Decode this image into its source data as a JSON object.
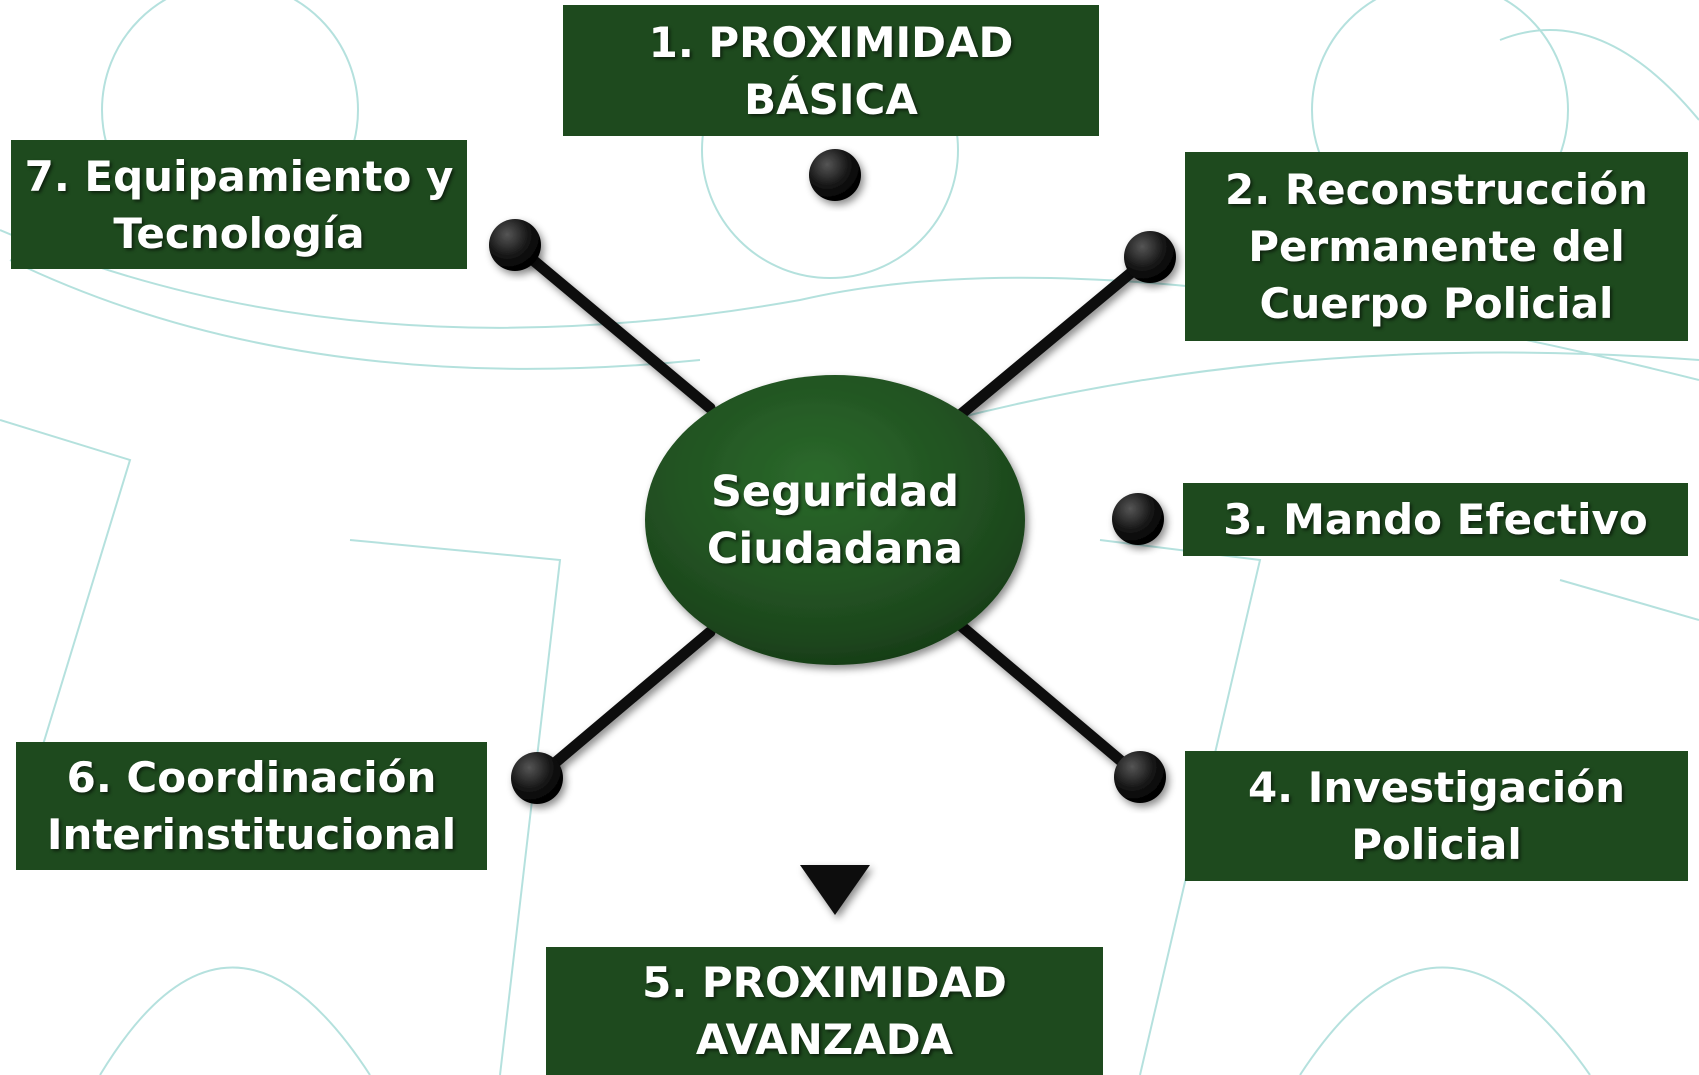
{
  "diagram": {
    "center": "Seguridad\nCiudadana",
    "nodes": [
      {
        "id": "1",
        "label": "1. PROXIMIDAD\nBÁSICA"
      },
      {
        "id": "2",
        "label": "2. Reconstrucción\nPermanente del\nCuerpo Policial"
      },
      {
        "id": "3",
        "label": "3. Mando Efectivo"
      },
      {
        "id": "4",
        "label": "4. Investigación\nPolicial"
      },
      {
        "id": "5",
        "label": "5. PROXIMIDAD\nAVANZADA"
      },
      {
        "id": "6",
        "label": "6. Coordinación\nInterinstitucional"
      },
      {
        "id": "7",
        "label": "7. Equipamiento y\nTecnología"
      }
    ]
  },
  "colors": {
    "box_fill": "#1e4a1e",
    "center_fill": "#1f4c1f",
    "connector": "#111111",
    "background_pattern": "#a8dcd8"
  }
}
